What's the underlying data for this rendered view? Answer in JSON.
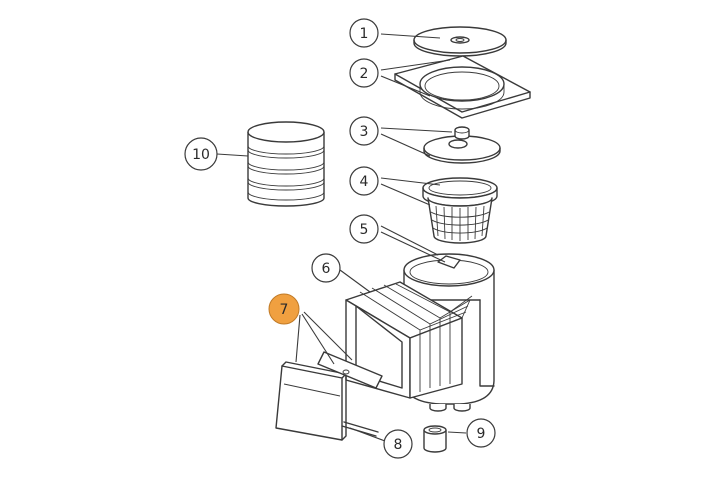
{
  "diagram": {
    "highlight_color": "#F0A040",
    "line_color": "#3a3a3a",
    "callouts": [
      {
        "label": "1",
        "highlighted": false
      },
      {
        "label": "2",
        "highlighted": false
      },
      {
        "label": "3",
        "highlighted": false
      },
      {
        "label": "4",
        "highlighted": false
      },
      {
        "label": "5",
        "highlighted": false
      },
      {
        "label": "6",
        "highlighted": false
      },
      {
        "label": "7",
        "highlighted": true
      },
      {
        "label": "8",
        "highlighted": false
      },
      {
        "label": "9",
        "highlighted": false
      },
      {
        "label": "10",
        "highlighted": false
      }
    ]
  }
}
